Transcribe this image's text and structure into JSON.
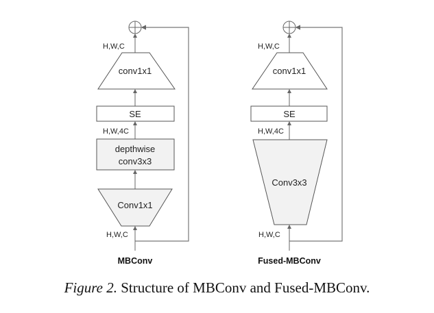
{
  "diagrams": {
    "mbconv": {
      "title": "MBConv",
      "top_shape_label": "H,W,C",
      "expand_label": "H,W,4C",
      "input_label": "H,W,C",
      "blocks": [
        "conv1x1",
        "SE",
        "depthwise",
        "conv3x3",
        "Conv1x1"
      ]
    },
    "fused": {
      "title": "Fused-MBConv",
      "top_shape_label": "H,W,C",
      "expand_label": "H,W,4C",
      "input_label": "H,W,C",
      "blocks": [
        "conv1x1",
        "SE",
        "Conv3x3"
      ]
    }
  },
  "caption": {
    "figure_label": "Figure 2.",
    "text": "Structure of MBConv and Fused-MBConv."
  },
  "colors": {
    "stroke": "#666666",
    "fill_gray": "#f2f2f2",
    "fill_white": "#ffffff"
  }
}
